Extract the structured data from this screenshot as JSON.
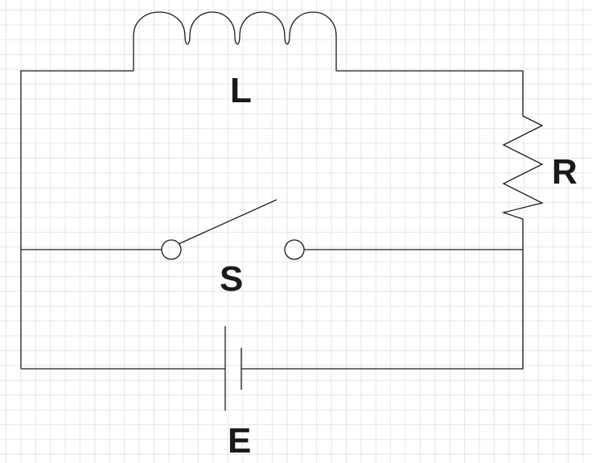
{
  "diagram": {
    "components": {
      "inductor": {
        "label": "L"
      },
      "resistor": {
        "label": "R"
      },
      "switch": {
        "label": "S",
        "state": "open"
      },
      "battery": {
        "label": "E"
      }
    },
    "colors": {
      "wire": "#1a1a1a",
      "grid": "#e6e6e6",
      "background": "#ffffff"
    }
  }
}
